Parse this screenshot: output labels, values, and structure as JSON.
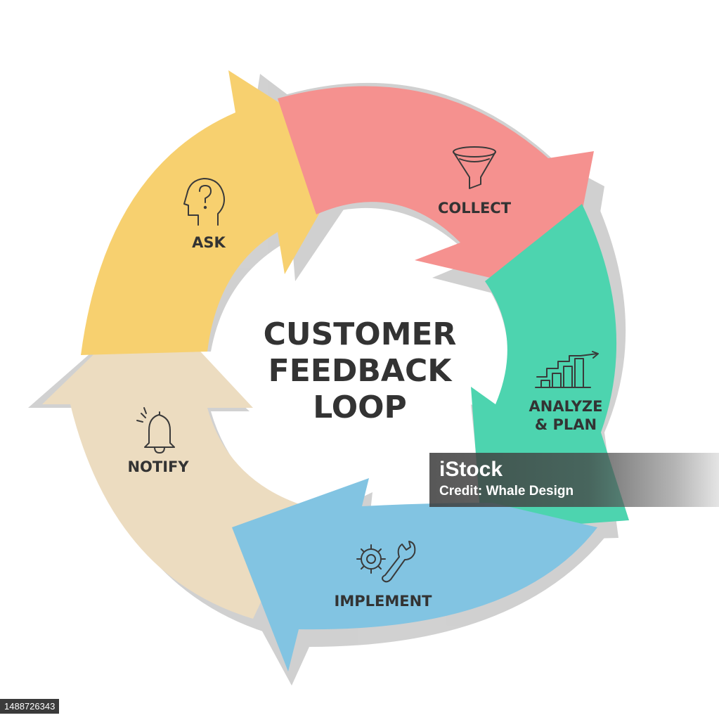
{
  "title": {
    "line1": "CUSTOMER",
    "line2": "FEEDBACK",
    "line3": "LOOP"
  },
  "steps": [
    {
      "label": "COLLECT",
      "icon": "funnel-icon",
      "color": "#f5918f"
    },
    {
      "label_line1": "ANALYZE",
      "label_line2": "& PLAN",
      "icon": "bar-chart-growth-icon",
      "color": "#4dd4af"
    },
    {
      "label": "IMPLEMENT",
      "icon": "gear-wrench-icon",
      "color": "#82c4e2"
    },
    {
      "label": "NOTIFY",
      "icon": "bell-icon",
      "color": "#ecdcc0"
    },
    {
      "label": "ASK",
      "icon": "head-question-icon",
      "color": "#f7d06f"
    }
  ],
  "colors": {
    "shadow": "#c9c9c9",
    "text": "#333333",
    "background": "#ffffff"
  },
  "watermark": {
    "logo": "iStock",
    "credit": "Credit: Whale Design"
  },
  "stock_id": "1488726343"
}
